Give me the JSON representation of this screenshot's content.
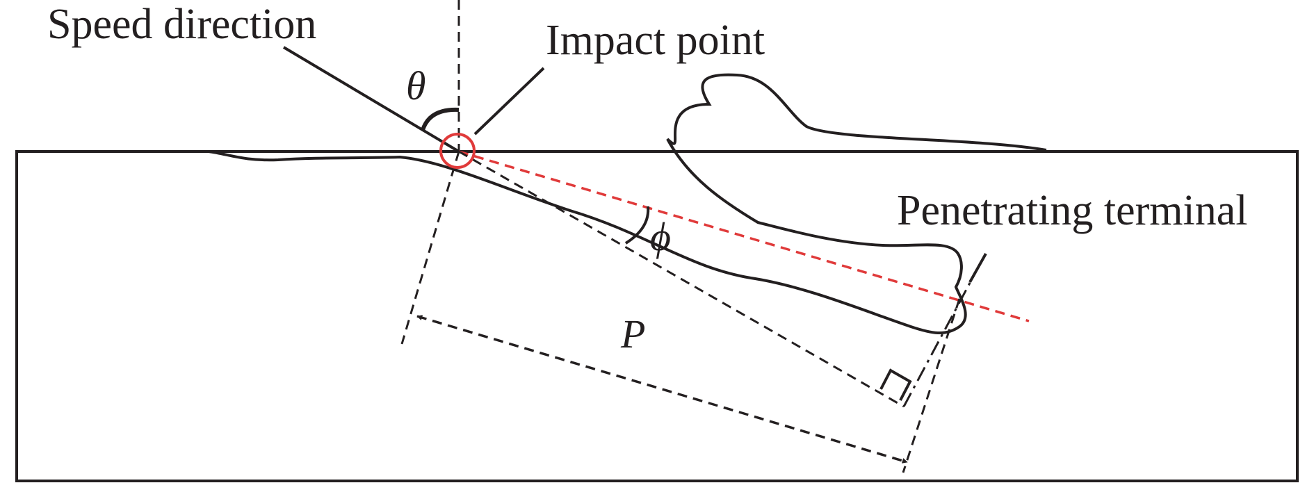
{
  "labels": {
    "speed_direction": "Speed direction",
    "impact_point": "Impact point",
    "penetrating_terminal": "Penetrating terminal",
    "theta": "θ",
    "phi": "ϕ",
    "p": "P"
  },
  "colors": {
    "ink": "#231f20",
    "highlight_red": "#e03a3a"
  }
}
